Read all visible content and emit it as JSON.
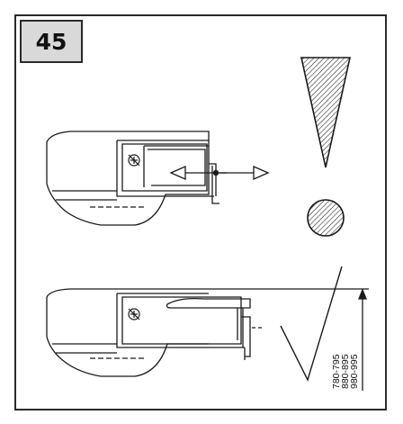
{
  "step_number": "45",
  "dimension_labels": [
    "780-795",
    "880-895",
    "980-995"
  ],
  "symbols": {
    "top_row": [
      "double-arrow-icon",
      "warning-triangle-icon",
      "warning-dot-icon"
    ],
    "bottom_row": [
      "checkmark-icon",
      "height-dimension-icon"
    ]
  },
  "colors": {
    "line": "#1a1a1a",
    "badge_fill": "#d9d9d9"
  }
}
